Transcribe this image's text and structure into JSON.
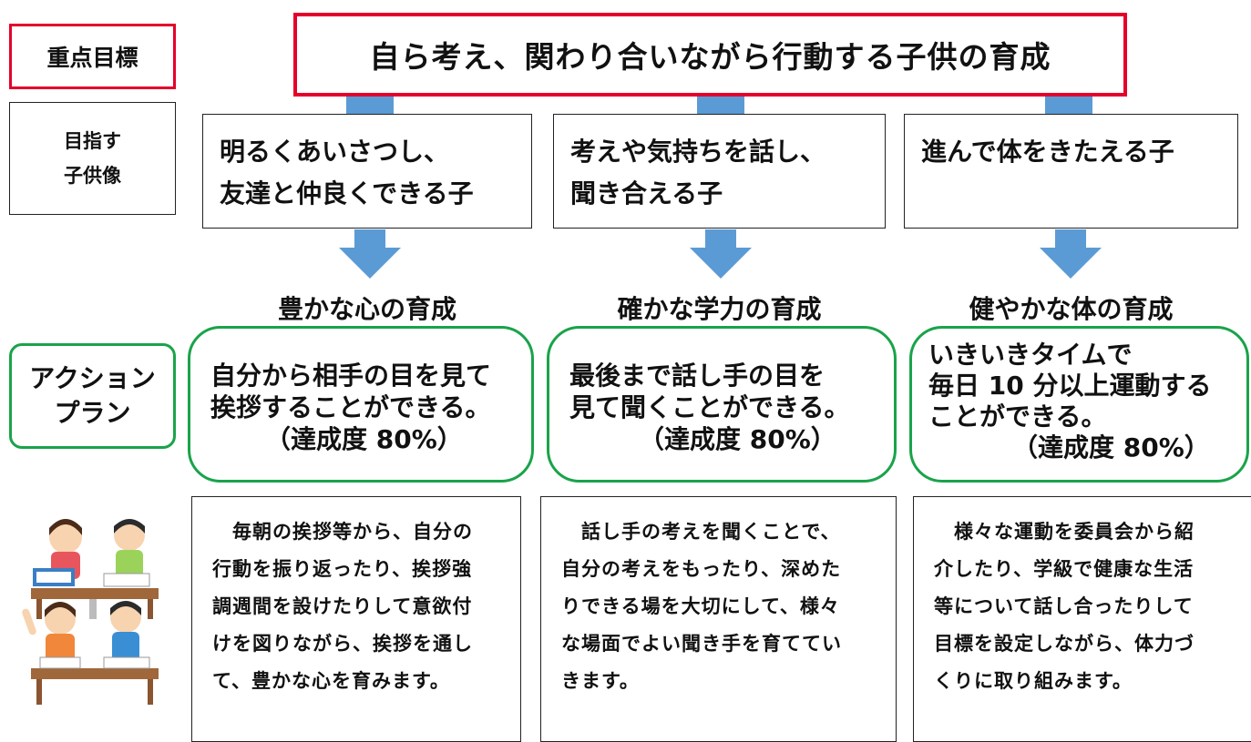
{
  "labels": {
    "priority_goal": "重点目標",
    "ideal_child": "目指す\n子供像",
    "action_plan": "アクション\nプラン"
  },
  "main_goal": "自ら考え、関わり合いながら行動する子供の育成",
  "columns": [
    {
      "ideal": "明るくあいさつし、\n友達と仲良くできる子",
      "heading": "豊かな心の育成",
      "plan": "自分から相手の目を見て\n挨拶することができる。",
      "plan_rate": "（達成度 80%）",
      "description": "　毎朝の挨拶等から、自分の\n行動を振り返ったり、挨拶強\n調週間を設けたりして意欲付\nけを図りながら、挨拶を通し\nて、豊かな心を育みます。"
    },
    {
      "ideal": "考えや気持ちを話し、\n聞き合える子",
      "heading": "確かな学力の育成",
      "plan": "最後まで話し手の目を\n見て聞くことができる。",
      "plan_rate": "（達成度 80%）",
      "description": "　話し手の考えを聞くことで、\n自分の考えをもったり、深めた\nりできる場を大切にして、様々\nな場面でよい聞き手を育ててい\nきます。"
    },
    {
      "ideal": "進んで体をきたえる子",
      "heading": "健やかな体の育成",
      "plan": "いきいきタイムで\n毎日 10 分以上運動する\nことができる。",
      "plan_rate": "（達成度 80%）",
      "description": "　様々な運動を委員会から紹\n介したり、学級で健康な生活\n等について話し合ったりして\n目標を設定しながら、体力づ\nくりに取り組みます。"
    }
  ],
  "colors": {
    "red_border": "#e4002b",
    "green_border": "#1aa34a",
    "arrow_blue": "#5b9bd5"
  }
}
